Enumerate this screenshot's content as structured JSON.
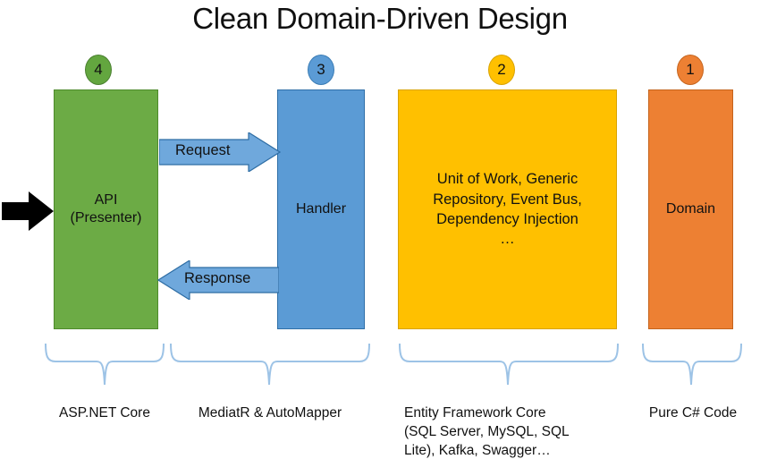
{
  "title": "Clean Domain-Driven Design",
  "badges": [
    {
      "label": "4",
      "color": "#63a63f",
      "name": "badge-4"
    },
    {
      "label": "3",
      "color": "#5b9bd5",
      "name": "badge-3"
    },
    {
      "label": "2",
      "color": "#ffc000",
      "name": "badge-2"
    },
    {
      "label": "1",
      "color": "#ed8033",
      "name": "badge-1"
    }
  ],
  "layers": [
    {
      "text": "API\n(Presenter)",
      "color": "#6cab45"
    },
    {
      "text": "Handler",
      "color": "#5b9bd5"
    },
    {
      "text": "Unit of Work, Generic\nRepository, Event Bus,\nDependency Injection\n…",
      "color": "#ffc000"
    },
    {
      "text": "Domain",
      "color": "#ed8033"
    }
  ],
  "arrows": {
    "request": "Request",
    "response": "Response",
    "inbound": "inbound-request-arrow"
  },
  "captions": [
    {
      "text": "ASP.NET Core"
    },
    {
      "text": "MediatR & AutoMapper"
    },
    {
      "text": "Entity Framework Core\n(SQL Server, MySQL, SQL\nLite), Kafka, Swagger…"
    },
    {
      "text": "Pure C# Code"
    }
  ],
  "colors": {
    "green": "#6cab45",
    "blue": "#5b9bd5",
    "yellow": "#ffc000",
    "orange": "#ed8033",
    "brace": "#9dc3e6",
    "black": "#000000"
  }
}
